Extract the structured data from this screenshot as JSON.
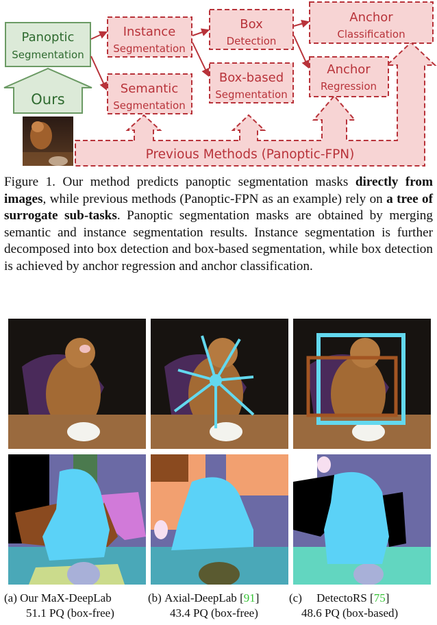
{
  "diagram": {
    "panoptic": {
      "line1": "Panoptic",
      "line2": "Segmentation"
    },
    "ours": "Ours",
    "instance": {
      "line1": "Instance",
      "line2": "Segmentation"
    },
    "semantic": {
      "line1": "Semantic",
      "line2": "Segmentation"
    },
    "box_detection": {
      "line1": "Box",
      "line2": "Detection"
    },
    "box_based": {
      "line1": "Box-based",
      "line2": "Segmentation"
    },
    "anchor_class": {
      "line1": "Anchor",
      "line2": "Classification"
    },
    "anchor_reg": {
      "line1": "Anchor",
      "line2": "Regression"
    },
    "previous": "Previous Methods (Panoptic-FPN)",
    "colors": {
      "green_fill": "#dcead8",
      "green_stroke": "#6b9a64",
      "red_fill": "#f7d4d4",
      "red_stroke": "#b8333a"
    }
  },
  "caption": {
    "prefix": "Figure 1. Our method predicts panoptic segmentation masks ",
    "bold1": "directly from images",
    "mid1": ", while previous methods (Panoptic-FPN as an example) rely on ",
    "bold2": "a tree of surrogate sub-tasks",
    "rest": ". Panoptic segmentation masks are obtained by merging semantic and instance segmentation results. Instance segmentation is further decomposed into box detection and box-based segmentation, while box detection is achieved by anchor regression and anchor classification."
  },
  "subfigures": [
    {
      "label": "(a)",
      "name": "Our MaX-DeepLab",
      "ref": "",
      "metric": "51.1 PQ (box-free)"
    },
    {
      "label": "(b)",
      "name": "Axial-DeepLab",
      "ref": "91",
      "metric": "43.4 PQ (box-free)"
    },
    {
      "label": "(c)",
      "name": "DetectoRS",
      "ref": "75",
      "metric": "48.6 PQ (box-based)"
    }
  ]
}
